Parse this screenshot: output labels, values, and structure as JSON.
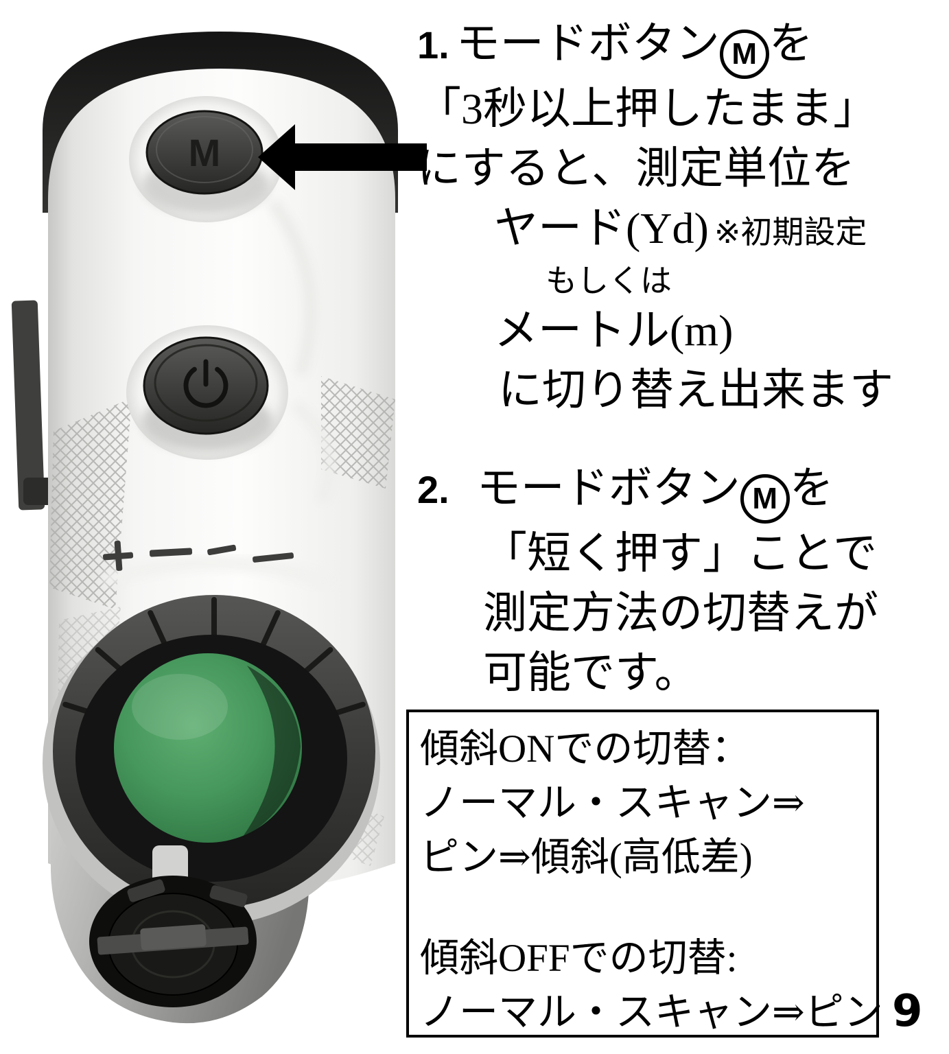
{
  "page": {
    "number": "9"
  },
  "colors": {
    "lens_green": "#46975c",
    "device_black": "#1a1a1a",
    "text_black": "#000000"
  },
  "device": {
    "mode_button_label": "M"
  },
  "instructions": {
    "step1": {
      "number": "1.",
      "line1_pre": "モードボタン",
      "line1_m": "M",
      "line1_post": "を",
      "line2": "「3秒以上押したまま」",
      "line3": "にすると、測定単位を",
      "line4_main": "ヤード(Yd)",
      "line4_note": "※初期設定",
      "or_text": "もしくは",
      "line5": "メートル(m)",
      "line6": "に切り替え出来ます"
    },
    "step2": {
      "number": "2.",
      "line1_pre": "モードボタン",
      "line1_m": "M",
      "line1_post": "を",
      "line2": "「短く押す」ことで",
      "line3": "測定方法の切替えが",
      "line4": "可能です。"
    }
  },
  "info_box": {
    "slope_on_title": "傾斜ONでの切替：",
    "slope_on_line1": "ノーマル・スキャン⇒",
    "slope_on_line2": "ピン⇒傾斜(高低差)",
    "slope_off_title": "傾斜OFFでの切替:",
    "slope_off_line1": "ノーマル・スキャン⇒ピン"
  }
}
